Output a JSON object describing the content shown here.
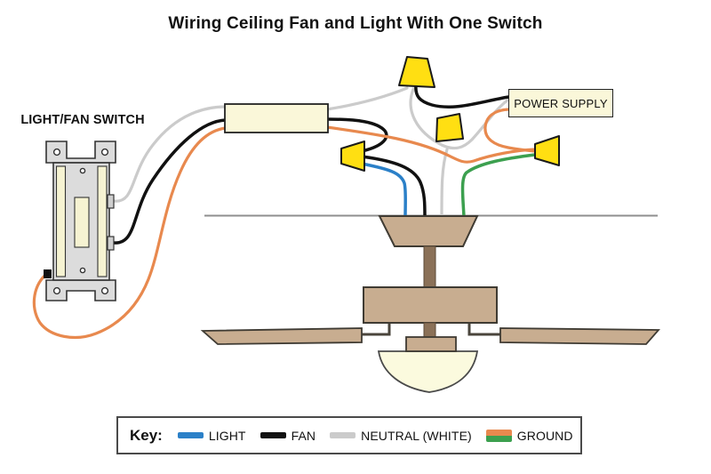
{
  "title": "Wiring Ceiling Fan and Light With One Switch",
  "diagram": {
    "switch_label": "LIGHT/FAN SWITCH",
    "power_supply_label": "POWER SUPPLY"
  },
  "key": {
    "heading": "Key:",
    "items": [
      {
        "label": "LIGHT",
        "colors": [
          "#2b80c8"
        ]
      },
      {
        "label": "FAN",
        "colors": [
          "#111111"
        ]
      },
      {
        "label": "NEUTRAL (WHITE)",
        "colors": [
          "#cbcbcb"
        ]
      },
      {
        "label": "GROUND",
        "colors": [
          "#e8894e",
          "#3ca04f"
        ]
      }
    ]
  },
  "colors": {
    "light": "#2b80c8",
    "fan": "#111111",
    "neutral": "#cbcbcb",
    "ground_orange": "#e8894e",
    "ground_green": "#3ca04f",
    "wire_nut": "#ffdf12",
    "box_fill": "#faf7d9",
    "fan_body": "#c8ad90",
    "downrod": "#8b7158",
    "light_bowl": "#fbfade",
    "ceiling_line": "#8f8f8f",
    "switch_plate": "#dcdcdc",
    "switch_slot": "#f6f3d2"
  }
}
